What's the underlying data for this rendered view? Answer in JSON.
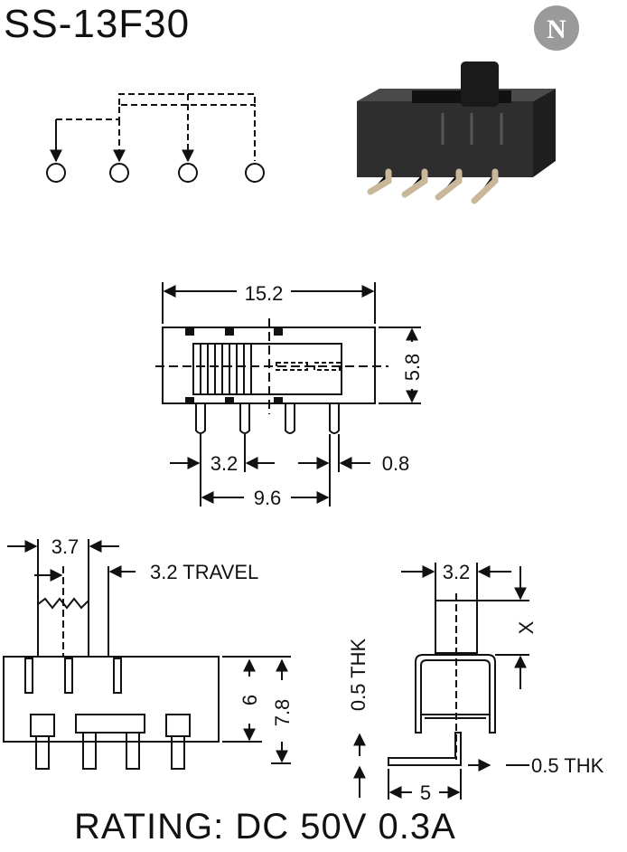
{
  "title": "SS-13F30",
  "rating": "RATING: DC 50V 0.3A",
  "logo": {
    "letter": "N",
    "icon": "n-brand-logo"
  },
  "top_view": {
    "width": "15.2",
    "height": "5.8",
    "pitch": "3.2",
    "pin_width": "0.8",
    "span": "9.6"
  },
  "side_view": {
    "actuator": "3.7",
    "travel": "3.2 TRAVEL",
    "body_height": "6",
    "total_height": "7.8"
  },
  "end_view": {
    "width": "3.2",
    "x": "X",
    "thickness_vertical": "0.5 THK",
    "thickness_right": "0.5 THK",
    "lead": "5"
  }
}
